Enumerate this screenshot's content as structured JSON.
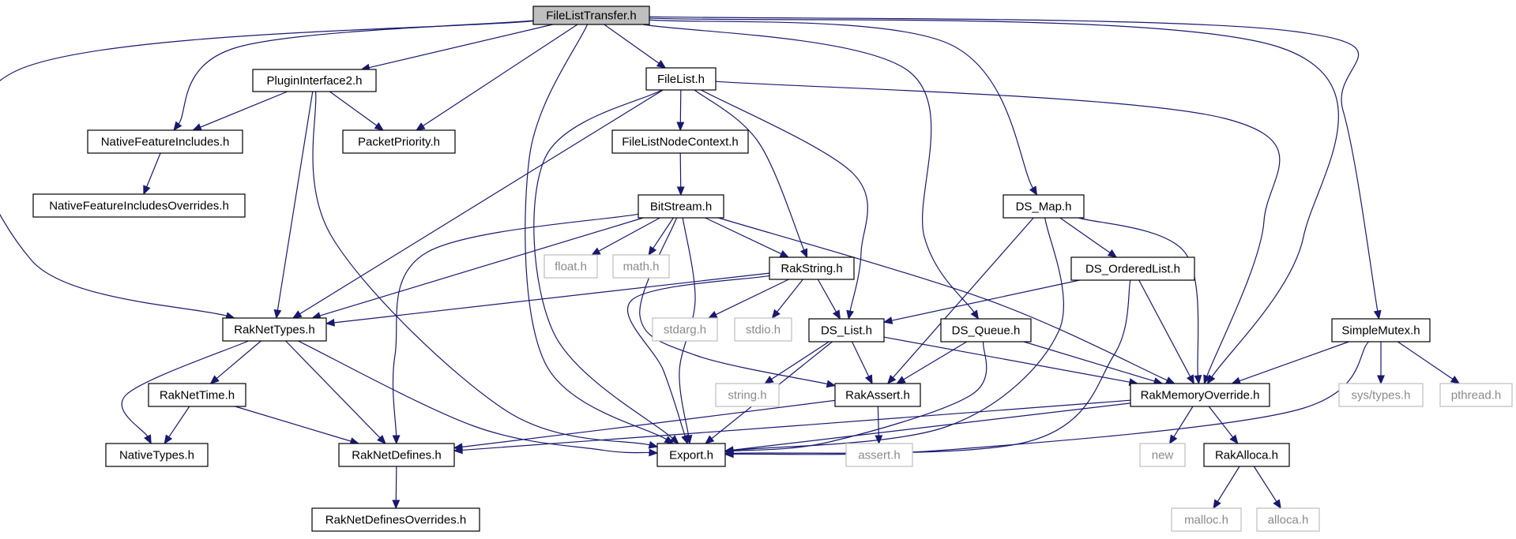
{
  "diagram": {
    "nodes": [
      {
        "id": "FileListTransfer",
        "label": "FileListTransfer.h",
        "kind": "root"
      },
      {
        "id": "PluginInterface2",
        "label": "PluginInterface2.h",
        "kind": "local"
      },
      {
        "id": "FileList",
        "label": "FileList.h",
        "kind": "local"
      },
      {
        "id": "NativeFeatureIncludes",
        "label": "NativeFeatureIncludes.h",
        "kind": "local"
      },
      {
        "id": "PacketPriority",
        "label": "PacketPriority.h",
        "kind": "local"
      },
      {
        "id": "NativeFeatureIncludesOverrides",
        "label": "NativeFeatureIncludesOverrides.h",
        "kind": "local"
      },
      {
        "id": "FileListNodeContext",
        "label": "FileListNodeContext.h",
        "kind": "local"
      },
      {
        "id": "BitStream",
        "label": "BitStream.h",
        "kind": "local"
      },
      {
        "id": "DS_Map",
        "label": "DS_Map.h",
        "kind": "local"
      },
      {
        "id": "float",
        "label": "float.h",
        "kind": "system"
      },
      {
        "id": "math",
        "label": "math.h",
        "kind": "system"
      },
      {
        "id": "RakString",
        "label": "RakString.h",
        "kind": "local"
      },
      {
        "id": "DS_OrderedList",
        "label": "DS_OrderedList.h",
        "kind": "local"
      },
      {
        "id": "RakNetTypes",
        "label": "RakNetTypes.h",
        "kind": "local"
      },
      {
        "id": "stdarg",
        "label": "stdarg.h",
        "kind": "system"
      },
      {
        "id": "stdio",
        "label": "stdio.h",
        "kind": "system"
      },
      {
        "id": "DS_List",
        "label": "DS_List.h",
        "kind": "local"
      },
      {
        "id": "DS_Queue",
        "label": "DS_Queue.h",
        "kind": "local"
      },
      {
        "id": "SimpleMutex",
        "label": "SimpleMutex.h",
        "kind": "local"
      },
      {
        "id": "RakNetTime",
        "label": "RakNetTime.h",
        "kind": "local"
      },
      {
        "id": "string",
        "label": "string.h",
        "kind": "system"
      },
      {
        "id": "RakAssert",
        "label": "RakAssert.h",
        "kind": "local"
      },
      {
        "id": "RakMemoryOverride",
        "label": "RakMemoryOverride.h",
        "kind": "local"
      },
      {
        "id": "systypes",
        "label": "sys/types.h",
        "kind": "system"
      },
      {
        "id": "pthread",
        "label": "pthread.h",
        "kind": "system"
      },
      {
        "id": "NativeTypes",
        "label": "NativeTypes.h",
        "kind": "local"
      },
      {
        "id": "RakNetDefines",
        "label": "RakNetDefines.h",
        "kind": "local"
      },
      {
        "id": "Export",
        "label": "Export.h",
        "kind": "local"
      },
      {
        "id": "assert",
        "label": "assert.h",
        "kind": "system"
      },
      {
        "id": "new",
        "label": "new",
        "kind": "system"
      },
      {
        "id": "RakAlloca",
        "label": "RakAlloca.h",
        "kind": "local"
      },
      {
        "id": "RakNetDefinesOverrides",
        "label": "RakNetDefinesOverrides.h",
        "kind": "local"
      },
      {
        "id": "malloc",
        "label": "malloc.h",
        "kind": "system"
      },
      {
        "id": "alloca",
        "label": "alloca.h",
        "kind": "system"
      }
    ],
    "edges": [
      [
        "FileListTransfer",
        "PluginInterface2"
      ],
      [
        "FileListTransfer",
        "FileList"
      ],
      [
        "FileListTransfer",
        "NativeFeatureIncludes"
      ],
      [
        "FileListTransfer",
        "PacketPriority"
      ],
      [
        "FileListTransfer",
        "RakNetTypes"
      ],
      [
        "FileListTransfer",
        "Export"
      ],
      [
        "FileListTransfer",
        "DS_Map"
      ],
      [
        "FileListTransfer",
        "DS_Queue"
      ],
      [
        "FileListTransfer",
        "RakMemoryOverride"
      ],
      [
        "FileListTransfer",
        "SimpleMutex"
      ],
      [
        "PluginInterface2",
        "NativeFeatureIncludes"
      ],
      [
        "PluginInterface2",
        "PacketPriority"
      ],
      [
        "PluginInterface2",
        "RakNetTypes"
      ],
      [
        "PluginInterface2",
        "Export"
      ],
      [
        "NativeFeatureIncludes",
        "NativeFeatureIncludesOverrides"
      ],
      [
        "FileList",
        "FileListNodeContext"
      ],
      [
        "FileList",
        "RakNetTypes"
      ],
      [
        "FileList",
        "Export"
      ],
      [
        "FileList",
        "RakString"
      ],
      [
        "FileList",
        "DS_List"
      ],
      [
        "FileList",
        "RakMemoryOverride"
      ],
      [
        "FileListNodeContext",
        "BitStream"
      ],
      [
        "BitStream",
        "RakNetTypes"
      ],
      [
        "BitStream",
        "RakNetDefines"
      ],
      [
        "BitStream",
        "float"
      ],
      [
        "BitStream",
        "math"
      ],
      [
        "BitStream",
        "RakString"
      ],
      [
        "BitStream",
        "Export"
      ],
      [
        "BitStream",
        "RakAssert"
      ],
      [
        "BitStream",
        "RakMemoryOverride"
      ],
      [
        "RakString",
        "RakNetTypes"
      ],
      [
        "RakString",
        "stdarg"
      ],
      [
        "RakString",
        "stdio"
      ],
      [
        "RakString",
        "DS_List"
      ],
      [
        "RakString",
        "Export"
      ],
      [
        "DS_Map",
        "RakAssert"
      ],
      [
        "DS_Map",
        "Export"
      ],
      [
        "DS_Map",
        "DS_OrderedList"
      ],
      [
        "DS_Map",
        "RakMemoryOverride"
      ],
      [
        "DS_OrderedList",
        "DS_List"
      ],
      [
        "DS_OrderedList",
        "RakMemoryOverride"
      ],
      [
        "DS_OrderedList",
        "Export"
      ],
      [
        "RakNetTypes",
        "NativeTypes"
      ],
      [
        "RakNetTypes",
        "RakNetTime"
      ],
      [
        "RakNetTypes",
        "RakNetDefines"
      ],
      [
        "RakNetTypes",
        "Export"
      ],
      [
        "RakNetTime",
        "NativeTypes"
      ],
      [
        "RakNetTime",
        "RakNetDefines"
      ],
      [
        "DS_List",
        "string"
      ],
      [
        "DS_List",
        "RakAssert"
      ],
      [
        "DS_List",
        "Export"
      ],
      [
        "DS_List",
        "RakMemoryOverride"
      ],
      [
        "DS_Queue",
        "RakAssert"
      ],
      [
        "DS_Queue",
        "Export"
      ],
      [
        "DS_Queue",
        "RakMemoryOverride"
      ],
      [
        "SimpleMutex",
        "RakMemoryOverride"
      ],
      [
        "SimpleMutex",
        "systypes"
      ],
      [
        "SimpleMutex",
        "pthread"
      ],
      [
        "SimpleMutex",
        "Export"
      ],
      [
        "RakAssert",
        "assert"
      ],
      [
        "RakAssert",
        "RakNetDefines"
      ],
      [
        "RakMemoryOverride",
        "Export"
      ],
      [
        "RakMemoryOverride",
        "RakNetDefines"
      ],
      [
        "RakMemoryOverride",
        "new"
      ],
      [
        "RakMemoryOverride",
        "RakAlloca"
      ],
      [
        "RakAlloca",
        "malloc"
      ],
      [
        "RakAlloca",
        "alloca"
      ],
      [
        "RakNetDefines",
        "RakNetDefinesOverrides"
      ]
    ]
  }
}
